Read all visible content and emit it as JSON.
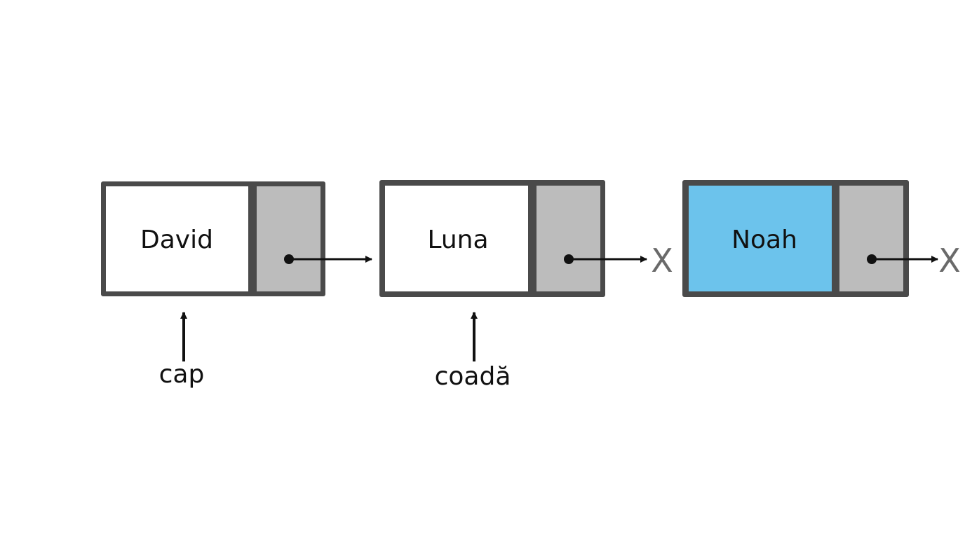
{
  "colors": {
    "border": "#4a4a4a",
    "data_cell": "#ffffff",
    "highlight_cell": "#6cc3ec",
    "next_cell": "#bcbcbc",
    "arrow": "#111111",
    "null_mark": "#6a6a6a"
  },
  "nodes": [
    {
      "label": "David",
      "highlighted": false,
      "next": "node",
      "null_label": ""
    },
    {
      "label": "Luna",
      "highlighted": false,
      "next": "null",
      "null_label": "X"
    },
    {
      "label": "Noah",
      "highlighted": true,
      "next": "null",
      "null_label": "X"
    }
  ],
  "pointers": {
    "head": {
      "label": "cap",
      "node_index": 0
    },
    "tail": {
      "label": "coadă",
      "node_index": 1
    }
  }
}
